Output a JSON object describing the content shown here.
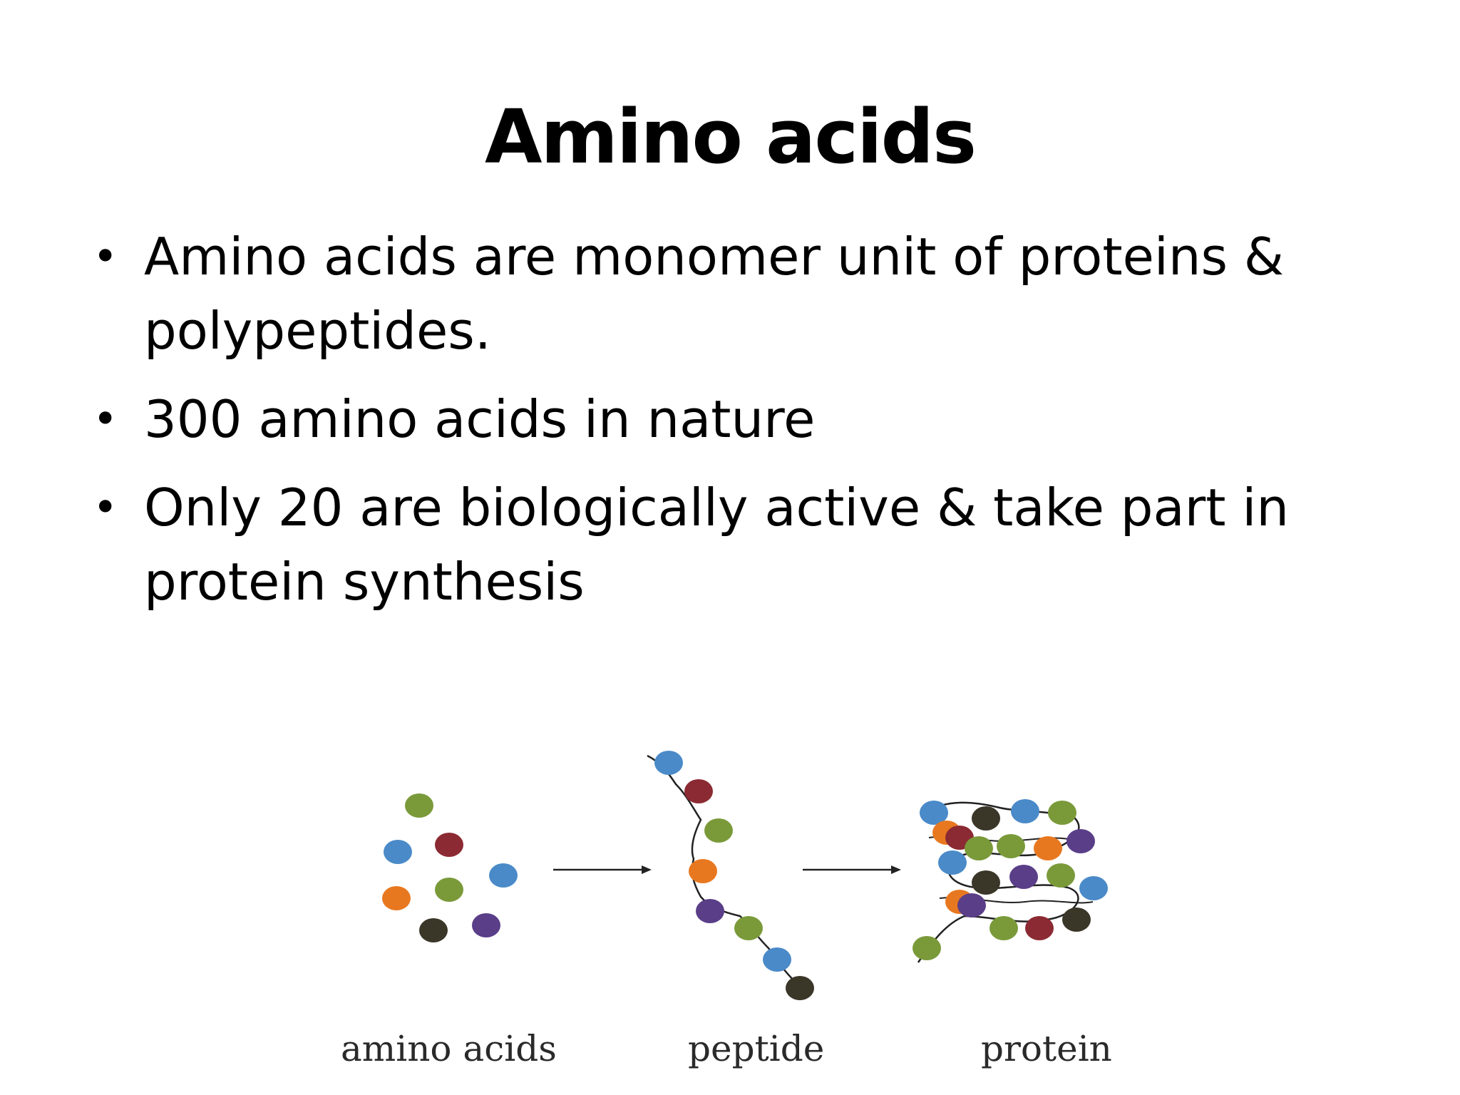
{
  "slide": {
    "title": "Amino acids",
    "bullets": [
      "Amino acids are monomer unit of proteins & polypeptides.",
      "300 amino acids in nature",
      "Only 20 are biologically active & take part in protein synthesis"
    ]
  },
  "figure": {
    "captions": {
      "amino_acids": "amino acids",
      "peptide": "peptide",
      "protein": "protein"
    },
    "colors": {
      "green": "#7a9a3a",
      "blue": "#4a8ac8",
      "red": "#8b2a32",
      "orange": "#e87820",
      "dark": "#3a3628",
      "purple": "#5a3e88",
      "line": "#222222"
    }
  }
}
